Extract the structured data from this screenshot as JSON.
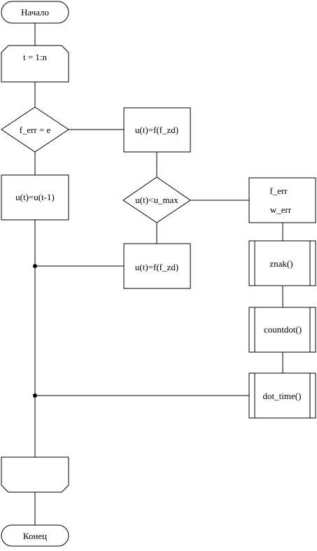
{
  "flowchart": {
    "start": "Начало",
    "loop_begin": "t = 1:n",
    "decision_err": "f_err = e",
    "assign_prev": "u(t)=u(t-1)",
    "assign_fzd_1": "u(t)=f(f_zd)",
    "decision_umax": "u(t)<u_max",
    "assign_fzd_2": "u(t)=f(f_zd)",
    "io_f_err": "f_err",
    "io_w_err": "w_err",
    "proc_znak": "znak()",
    "proc_countdot": "countdot()",
    "proc_dot_time": "dot_time()",
    "loop_end": "",
    "end": "Конец"
  }
}
